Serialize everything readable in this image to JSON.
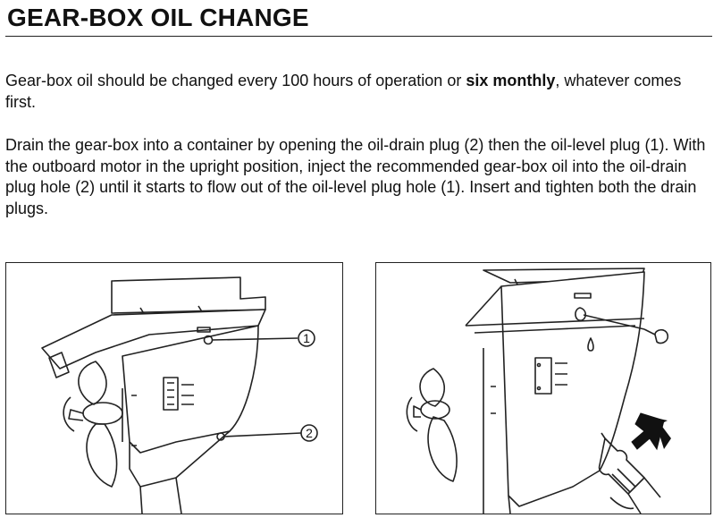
{
  "page": {
    "title": "GEAR-BOX OIL CHANGE",
    "paragraph1": {
      "before": "Gear-box oil should be changed every 100 hours of operation or ",
      "bold": "six monthly",
      "after": ", whatever comes first."
    },
    "paragraph2": "Drain the gear-box into a container by opening the oil-drain plug (2) then the oil-level plug (1). With the outboard motor in the upright position, inject the recommended gear-box oil into the oil-drain plug hole (2) until it starts to flow out of the oil-level plug hole (1). Insert and tighten both the drain plugs."
  },
  "figure1": {
    "callout_1": "1",
    "callout_2": "2"
  },
  "figure2": {}
}
